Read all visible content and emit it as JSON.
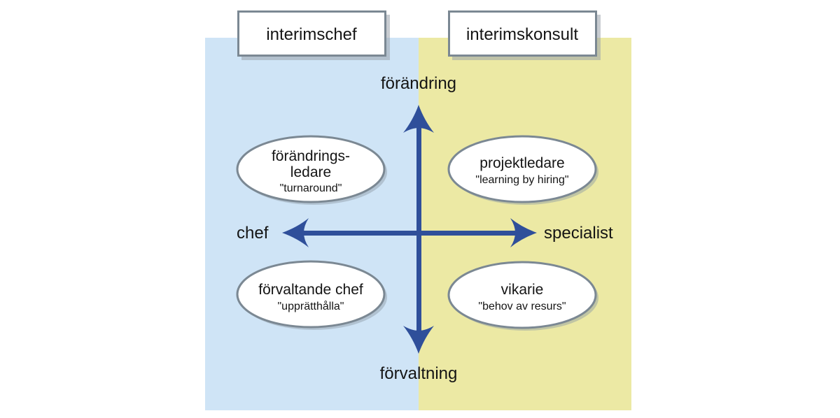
{
  "colors": {
    "left_panel": "#cfe4f6",
    "right_panel": "#ece9a4",
    "axis": "#2f4f9a",
    "box_border": "#7b8893",
    "box_fill": "#ffffff",
    "ellipse_border": "#7b8893",
    "ellipse_fill": "#ffffff",
    "text": "#141414"
  },
  "headers": {
    "left": "interimschef",
    "right": "interimskonsult"
  },
  "axes": {
    "top": "förändring",
    "bottom": "förvaltning",
    "left": "chef",
    "right": "specialist"
  },
  "quadrants": {
    "top_left": {
      "lines": [
        "förändrings-",
        "ledare"
      ],
      "quote": "\"turnaround\""
    },
    "top_right": {
      "lines": [
        "projektledare"
      ],
      "quote": "\"learning by hiring\""
    },
    "bottom_left": {
      "lines": [
        "förvaltande chef"
      ],
      "quote": "\"upprätthålla\""
    },
    "bottom_right": {
      "lines": [
        "vikarie"
      ],
      "quote": "\"behov av resurs\""
    }
  }
}
